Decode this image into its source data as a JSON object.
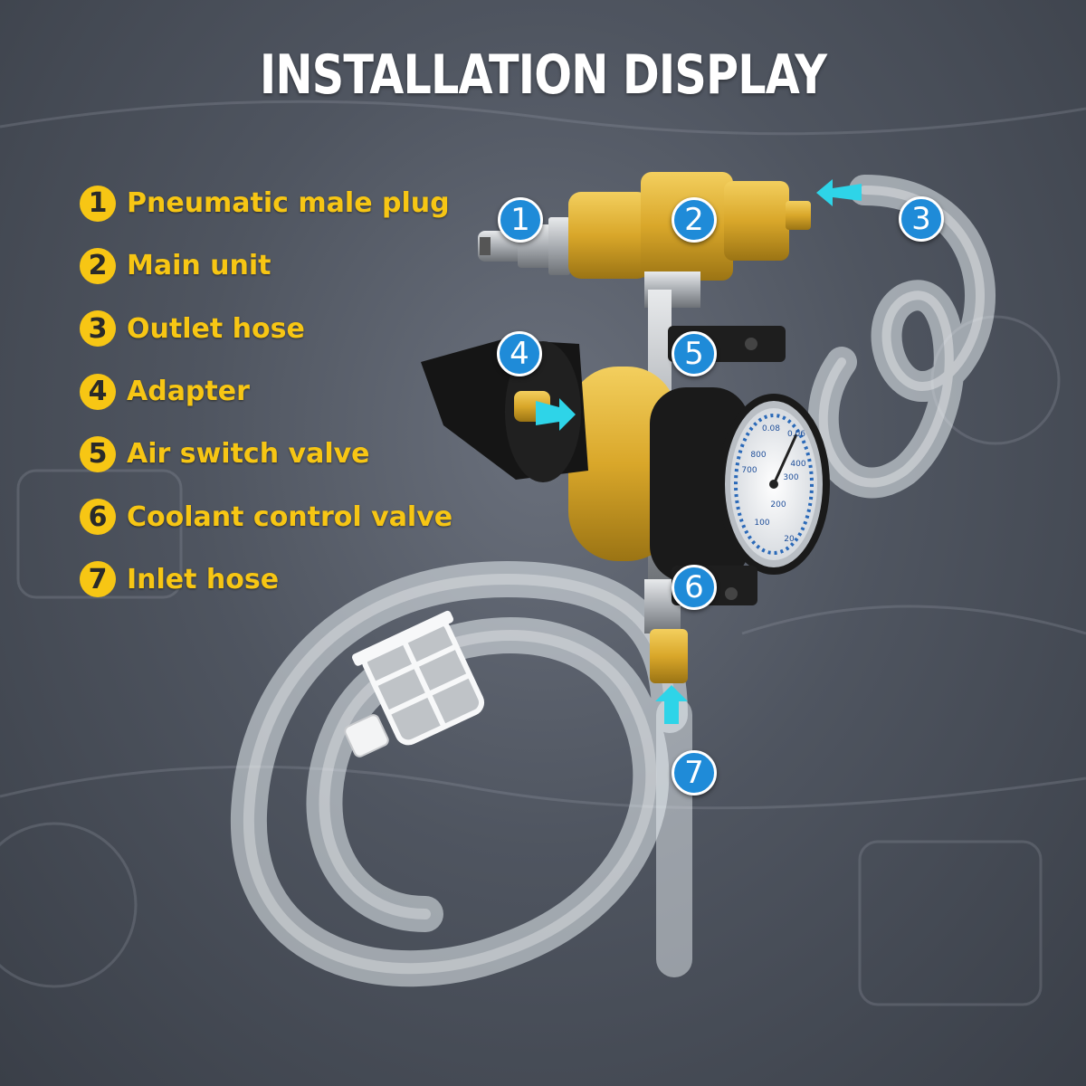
{
  "title": "INSTALLATION DISPLAY",
  "legend": [
    {
      "number": "1",
      "label": "Pneumatic male plug"
    },
    {
      "number": "2",
      "label": "Main unit"
    },
    {
      "number": "3",
      "label": "Outlet hose"
    },
    {
      "number": "4",
      "label": "Adapter"
    },
    {
      "number": "5",
      "label": "Air switch valve"
    },
    {
      "number": "6",
      "label": "Coolant control valve"
    },
    {
      "number": "7",
      "label": "Inlet hose"
    }
  ],
  "callouts": [
    "1",
    "2",
    "3",
    "4",
    "5",
    "6",
    "7"
  ],
  "gauge": {
    "ticks": [
      "0.08",
      "0.06",
      "800",
      "700",
      "400",
      "300",
      "200",
      "100",
      "20"
    ]
  },
  "colors": {
    "legend_accent": "#f7c614",
    "callout_fill": "#1f8bd8",
    "arrow": "#2ed4e8",
    "brass": "#d9a72a"
  }
}
